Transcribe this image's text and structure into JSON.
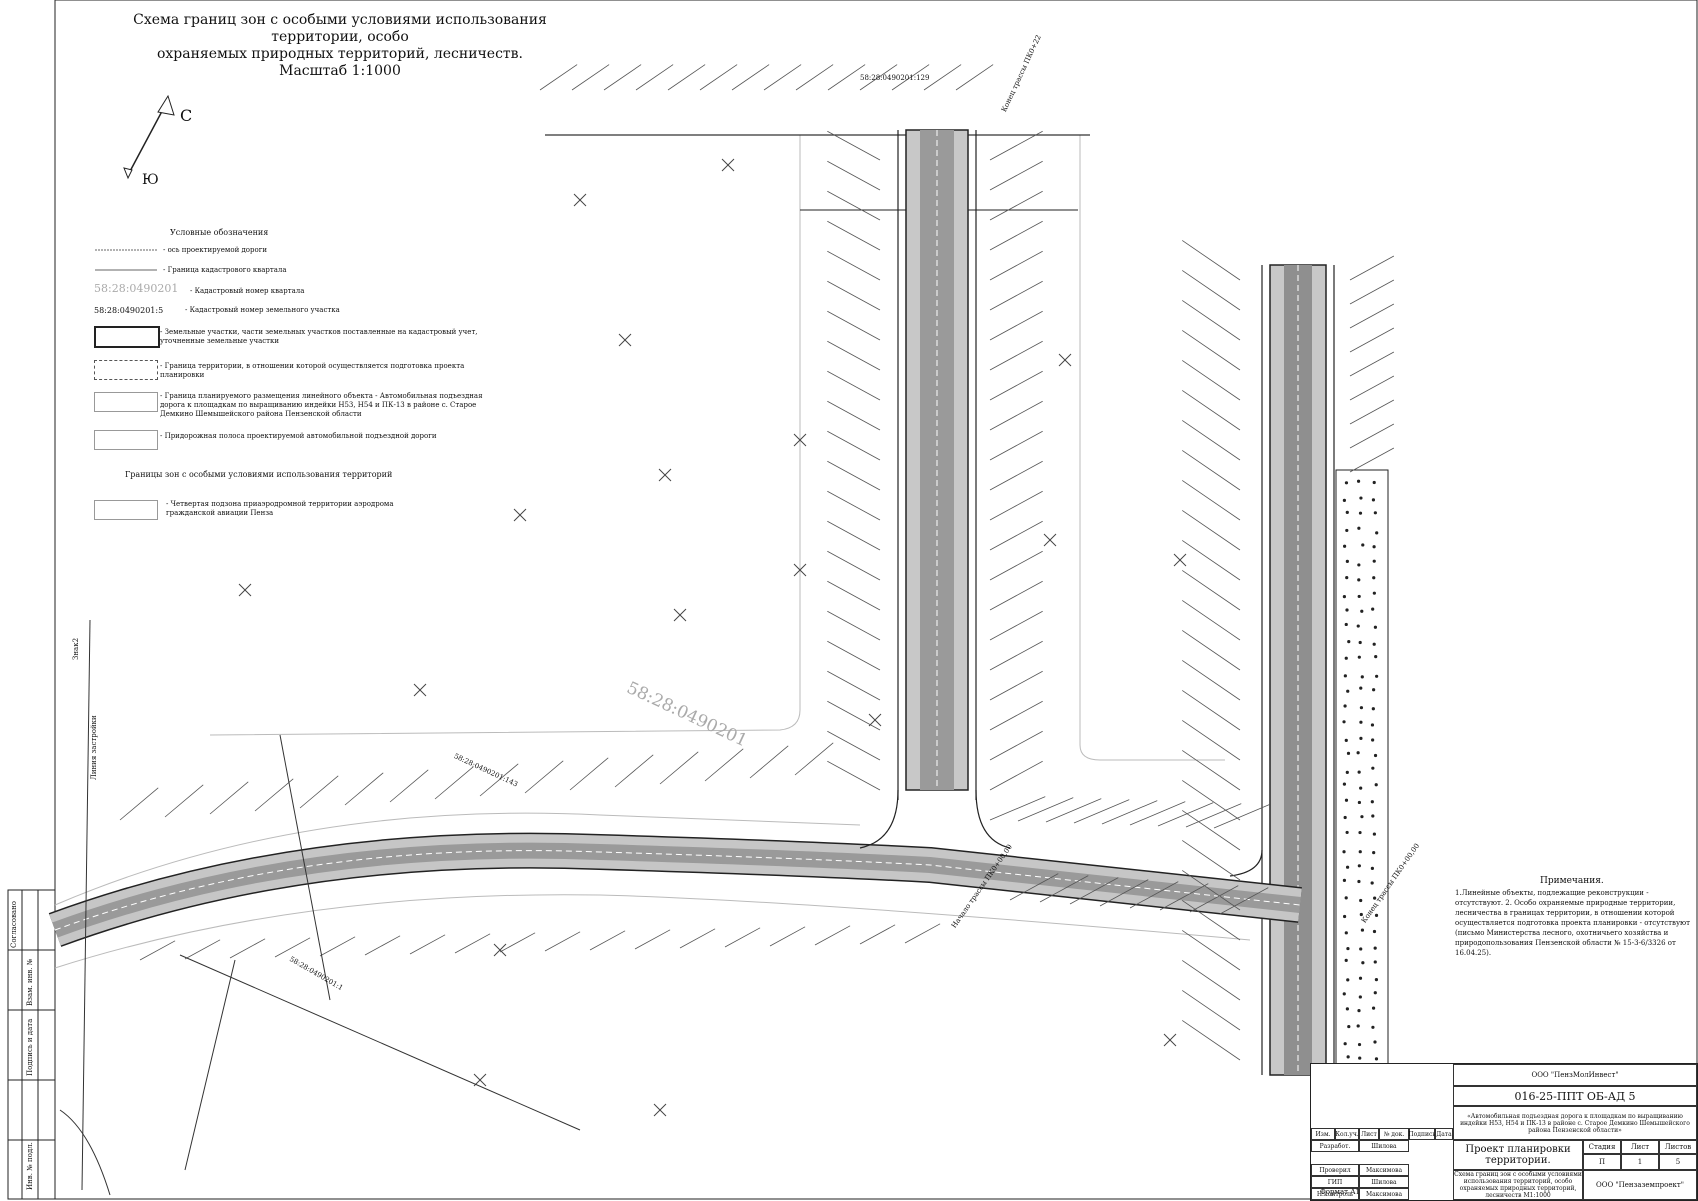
{
  "title": {
    "line1": "Схема границ зон с особыми условиями использования территории, особо",
    "line2": "охраняемых природных территорий, лесничеств.",
    "scale": "Масштаб 1:1000"
  },
  "north": {
    "n": "С",
    "s": "Ю"
  },
  "legend": {
    "heading": "Условные обозначения",
    "items": [
      "- ось проектируемой дороги",
      "- Граница кадастрового квартала",
      "- Кадастровый номер квартала",
      "- Кадастровый номер земельного участка",
      "- Земельные участки, части земельных участков поставленные на кадастровый учет, уточненные земельные участки",
      "- Граница территории, в отношении которой осуществляется подготовка проекта планировки",
      "- Граница планируемого размещения линейного объекта - Автомобильная подъездная дорога к площадкам по выращиванию индейки Н53, Н54 и ПК-13 в районе с. Старое Демкино Шемышейского района Пензенской области",
      "- Придорожная полоса проектируемой автомобильной подъездной дороги"
    ],
    "quarter_sample": "58:28:0490201",
    "parcel_sample": "58:28:0490201:5",
    "zones_heading": "Границы зон с особыми условиями использования территорий",
    "zone_item": "- Четвертая подзона приаэродромной территории аэродрома гражданской авиации Пенза"
  },
  "map_labels": {
    "quarter_big": "58:28:0490201",
    "parcel_top": "58:28:0490201:129",
    "parcel_mid": "58:28:0490201:143",
    "parcel_bot": "58:28:0490201:1",
    "road_start": "Конец трассы ПК0+22",
    "road_mid": "Начало трассы ПК0+00,00",
    "road_right": "Конец трассы ПК0+00,00",
    "label_vert": "Линия застройки",
    "sign": "Знак2"
  },
  "notes": {
    "heading": "Примечания.",
    "text": "1.Линейные объекты, подлежащие реконструкции - отсутствуют. 2. Особо охраняемые природные территории, лесничества в границах территории, в отношении которой осуществляется подготовка проекта планировки - отсутствуют (письмо Министерства лесного, охотничьего хозяйства и природопользования Пензенской области № 15-3-6/3326 от 16.04.25)."
  },
  "stamp": {
    "company": "ООО \"ПензМолИнвест\"",
    "code": "016-25-ППТ ОБ-АД 5",
    "object": "«Автомобильная подъездная дорога к площадкам по выращиванию индейки Н53, Н54 и ПК-13 в районе с. Старое Демкино Шемышейского района Пензенской области»",
    "project": "Проект планировки территории.",
    "sheet_title": "Схема границ зон с особыми условиями использования территорий, особо охраняемых природных территорий, лесничеств М1:1000",
    "stage_h": "Стадия",
    "sheet_h": "Лист",
    "sheets_h": "Листов",
    "stage": "П",
    "sheet": "1",
    "sheets": "5",
    "org": "ООО \"Пензаземпроект\"",
    "cols": [
      "Изм.",
      "Кол.уч.",
      "Лист",
      "№ док.",
      "Подпись",
      "Дата"
    ],
    "roles": [
      "Разработ.",
      "Проверил",
      "ГИП",
      "Н.контроль"
    ],
    "names": [
      "Шилова",
      "Максимова",
      "Шилова",
      "Максимова"
    ],
    "format": "Формат А1"
  },
  "side": [
    "Согласовано",
    "Взам. инв. №",
    "Подпись и дата",
    "Инв. № подл."
  ]
}
